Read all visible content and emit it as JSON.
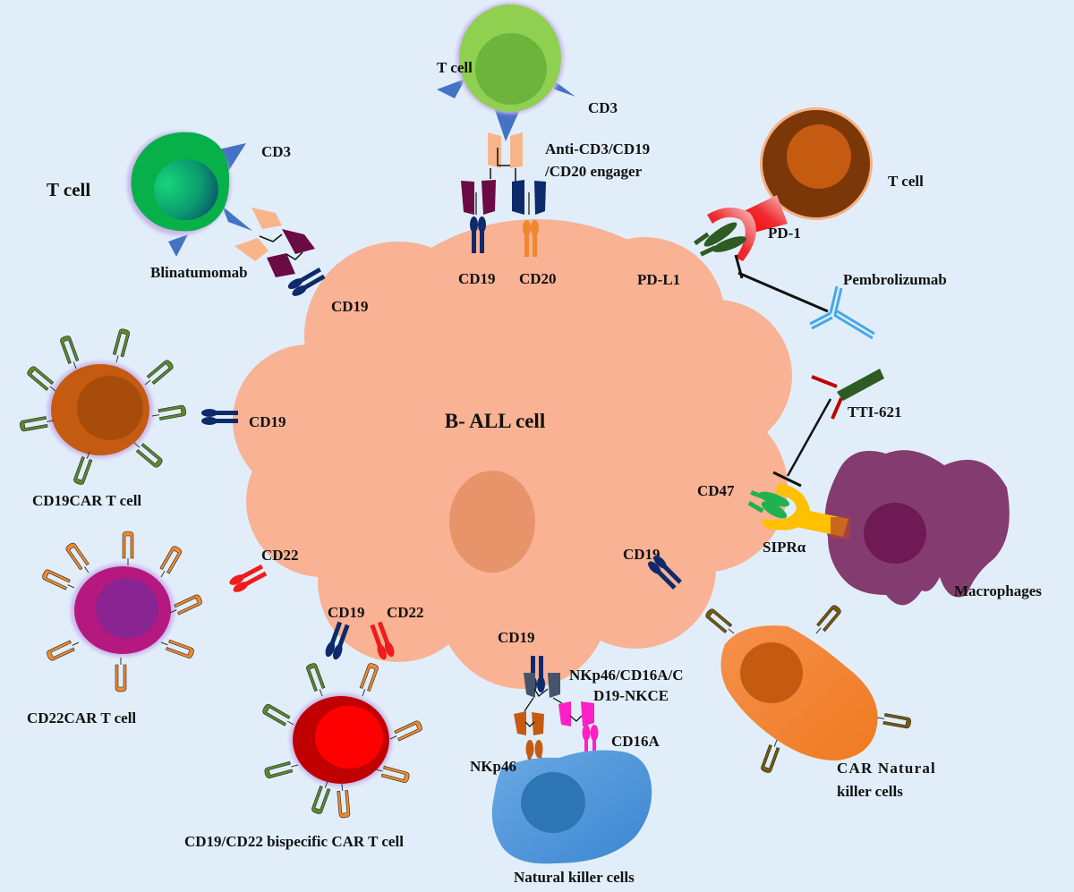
{
  "figure": {
    "title": "B- ALL cell",
    "colors": {
      "background": "#e1eefa",
      "b_all_cell": "#f9b293",
      "b_all_nucleus": "#e8946a",
      "cd19_receptor": "#0d2a6b",
      "cd20_receptor": "#f0862e",
      "cd22_receptor": "#ee1c1c",
      "pdl1": "#2f5a22",
      "cd47": "#1fb24f",
      "cd3": "#4472c4"
    }
  },
  "surface_markers": {
    "cd19_top_left": "CD19",
    "cd19_top": "CD19",
    "cd20_top": "CD20",
    "pdl1": "PD-L1",
    "cd19_left": "CD19",
    "cd22_left": "CD22",
    "cd19_bottom_left": "CD19",
    "cd22_bottom_left": "CD22",
    "cd19_bottom": "CD19",
    "cd19_right": "CD19",
    "cd47": "CD47"
  },
  "therapies": {
    "blinatumomab": {
      "cell_label": "T cell",
      "receptor_label": "CD3",
      "drug_label": "Blinatumomab"
    },
    "trispecific_engager": {
      "cell_label": "T cell",
      "receptor_label": "CD3",
      "drug_label_line1": "Anti-CD3/CD19",
      "drug_label_line2": "/CD20 engager"
    },
    "checkpoint": {
      "cell_label": "T cell",
      "receptor_label": "PD-1",
      "drug_label": "Pembrolizumab"
    },
    "cd47_blockade": {
      "drug_label": "TTI-621",
      "receptor_label": "SIPRα",
      "cell_label": "Macrophages"
    },
    "cd19_car_t": {
      "cell_label": "CD19CAR T cell"
    },
    "cd22_car_t": {
      "cell_label": "CD22CAR T cell"
    },
    "bispecific_car_t": {
      "cell_label": "CD19/CD22 bispecific CAR T cell"
    },
    "nk_engager": {
      "drug_label_line1": "NKp46/CD16A/C",
      "drug_label_line2": "D19-NKCE",
      "receptor_a": "NKp46",
      "receptor_b": "CD16A",
      "cell_label": "Natural killer cells"
    },
    "car_nk": {
      "cell_label_line1": "CAR Natural",
      "cell_label_line2": "killer cells"
    }
  }
}
